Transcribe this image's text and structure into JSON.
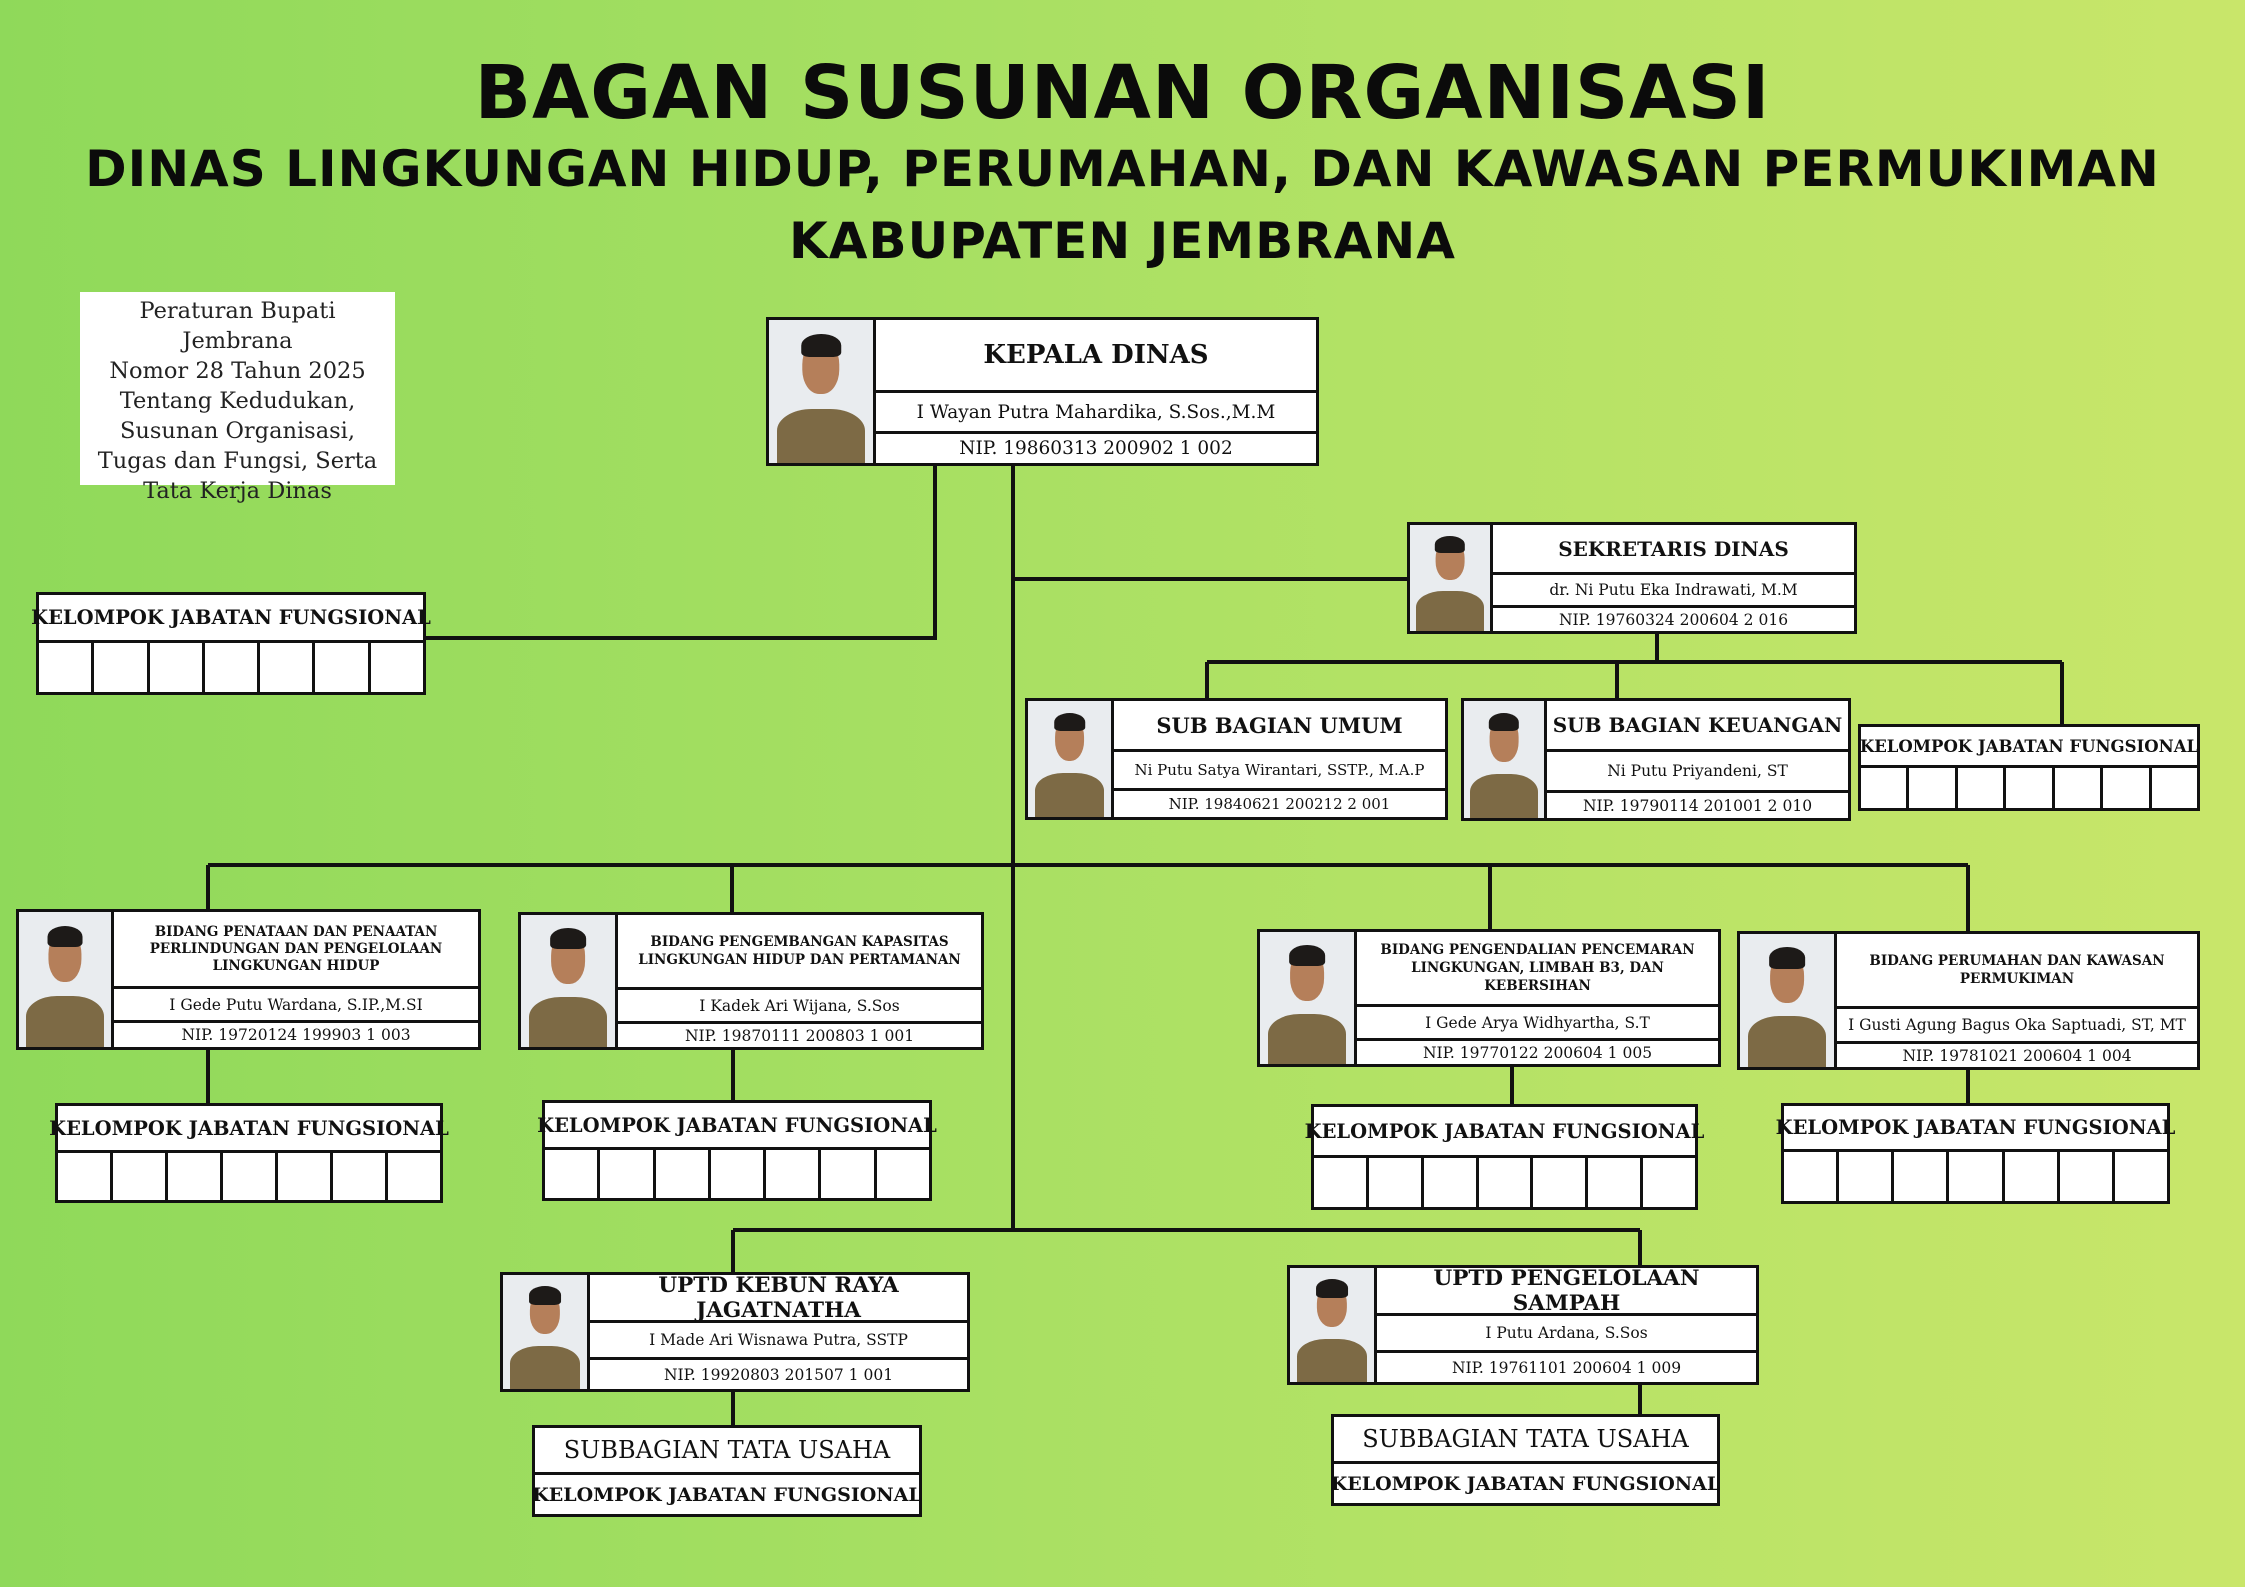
{
  "title": {
    "line1": "BAGAN SUSUNAN ORGANISASI",
    "line2": "DINAS LINGKUNGAN HIDUP, PERUMAHAN, DAN KAWASAN PERMUKIMAN",
    "line3": "KABUPATEN JEMBRANA"
  },
  "note": {
    "lines": [
      "Peraturan Bupati Jembrana",
      "Nomor 28 Tahun 2025",
      "Tentang Kedudukan,",
      "Susunan Organisasi,",
      "Tugas dan Fungsi, Serta",
      "Tata Kerja Dinas"
    ]
  },
  "kepala": {
    "title": "KEPALA DINAS",
    "name": "I Wayan Putra Mahardika, S.Sos.,M.M",
    "nip": "NIP. 19860313 200902 1 002"
  },
  "sekretaris": {
    "title": "SEKRETARIS DINAS",
    "name": "dr. Ni Putu Eka Indrawati, M.M",
    "nip": "NIP. 19760324 200604 2 016"
  },
  "subbag_umum": {
    "title": "SUB BAGIAN UMUM",
    "name": "Ni Putu Satya Wirantari, SSTP., M.A.P",
    "nip": "NIP. 19840621 200212 2 001"
  },
  "subbag_keuangan": {
    "title": "SUB BAGIAN KEUANGAN",
    "name": "Ni Putu Priyandeni, ST",
    "nip": "NIP. 19790114 201001 2 010"
  },
  "bidang1": {
    "title": "BIDANG PENATAAN DAN PENAATAN PERLINDUNGAN DAN  PENGELOLAAN LINGKUNGAN HIDUP",
    "name": "I Gede Putu Wardana, S.IP.,M.SI",
    "nip": "NIP. 19720124 199903 1 003"
  },
  "bidang2": {
    "title": "BIDANG PENGEMBANGAN KAPASITAS LINGKUNGAN HIDUP DAN PERTAMANAN",
    "name": "I Kadek Ari Wijana, S.Sos",
    "nip": "NIP. 19870111 200803 1 001"
  },
  "bidang3": {
    "title": "BIDANG PENGENDALIAN PENCEMARAN LINGKUNGAN, LIMBAH B3, DAN KEBERSIHAN",
    "name": "I Gede Arya Widhyartha, S.T",
    "nip": "NIP. 19770122 200604 1 005"
  },
  "bidang4": {
    "title": "BIDANG PERUMAHAN DAN KAWASAN PERMUKIMAN",
    "name": "I Gusti Agung Bagus Oka Saptuadi, ST, MT",
    "nip": "NIP. 19781021 200604  1 004"
  },
  "uptd1": {
    "title": "UPTD KEBUN RAYA JAGATNATHA",
    "name": "I Made Ari Wisnawa Putra, SSTP",
    "nip": "NIP. 19920803 201507 1 001"
  },
  "uptd2": {
    "title": "UPTD PENGELOLAAN SAMPAH",
    "name": "I Putu Ardana, S.Sos",
    "nip": "NIP. 19761101 200604 1 009"
  },
  "kjf_label": "KELOMPOK JABATAN FUNGSIONAL",
  "subbag_tu_label": "SUBBAGIAN TATA USAHA"
}
